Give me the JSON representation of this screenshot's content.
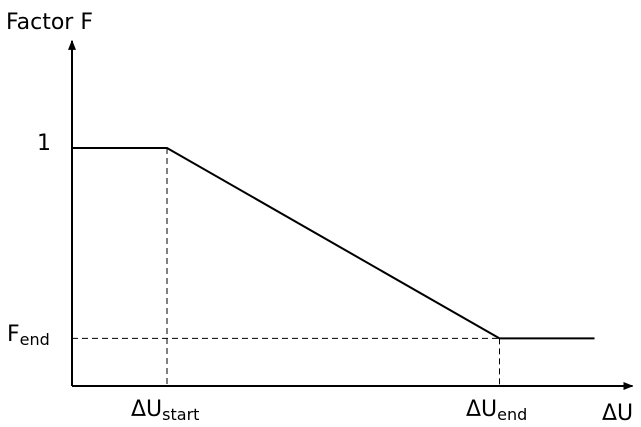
{
  "chart_data": {
    "type": "line",
    "ylabel": "Factor F",
    "xlabel": "ΔU",
    "y_ticks": [
      {
        "label": "1",
        "sub": ""
      },
      {
        "label": "F",
        "sub": "end"
      }
    ],
    "x_ticks": [
      {
        "label": "ΔU",
        "sub": "start"
      },
      {
        "label": "ΔU",
        "sub": "end"
      }
    ],
    "series": [
      {
        "points": [
          {
            "x": 0,
            "y": 1.0
          },
          {
            "x": 1,
            "y": 1.0
          },
          {
            "x": 4.5,
            "y": 0.2
          },
          {
            "x": 5.5,
            "y": 0.2
          }
        ]
      }
    ],
    "x_start": 1,
    "x_end": 4.5,
    "y_end": 0.2,
    "xlim": [
      0,
      5.9
    ],
    "ylim": [
      0,
      1.45
    ],
    "grid": false,
    "colors": {
      "line": "#000000",
      "axis": "#000000"
    }
  }
}
